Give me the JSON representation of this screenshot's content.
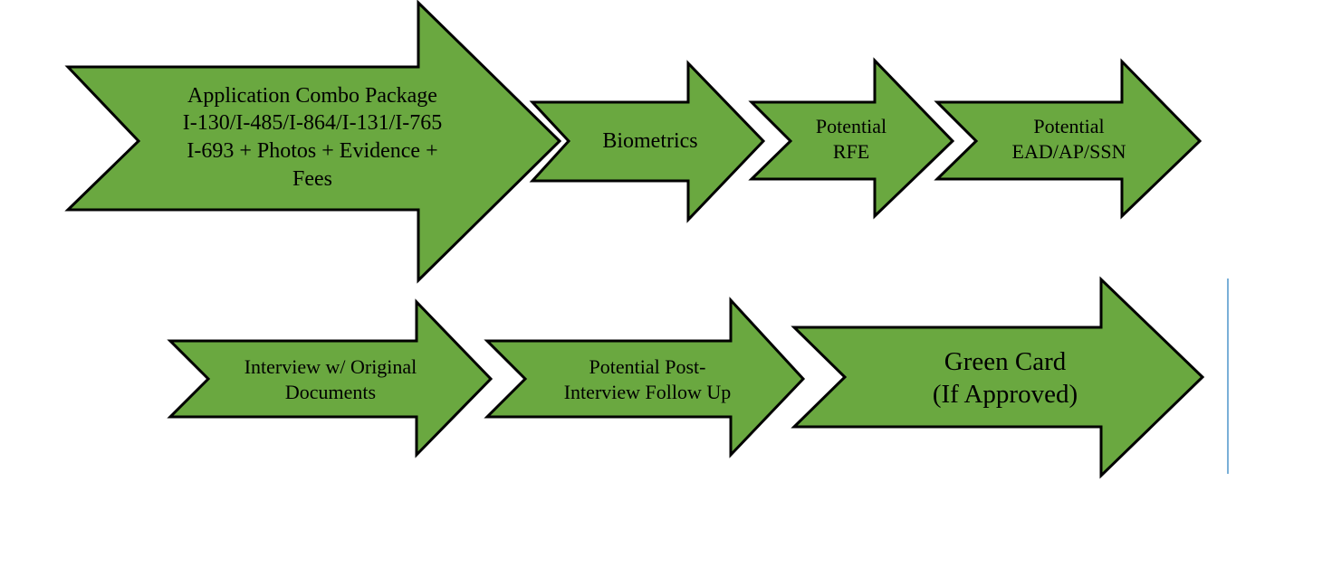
{
  "colors": {
    "arrow_fill": "#6aa840",
    "arrow_stroke": "#000000",
    "side_line": "#7ab0d8"
  },
  "steps": [
    {
      "id": "application",
      "lines": [
        "Application Combo Package",
        "I-130/I-485/I-864/I-131/I-765",
        "I-693 + Photos + Evidence +",
        "Fees"
      ]
    },
    {
      "id": "biometrics",
      "lines": [
        "Biometrics"
      ]
    },
    {
      "id": "rfe",
      "lines": [
        "Potential",
        "RFE"
      ]
    },
    {
      "id": "ead",
      "lines": [
        "Potential",
        "EAD/AP/SSN"
      ]
    },
    {
      "id": "interview",
      "lines": [
        "Interview w/ Original",
        "Documents"
      ]
    },
    {
      "id": "followup",
      "lines": [
        "Potential Post-",
        "Interview Follow Up"
      ]
    },
    {
      "id": "greencard",
      "lines": [
        "Green Card",
        "(If Approved)"
      ]
    }
  ]
}
